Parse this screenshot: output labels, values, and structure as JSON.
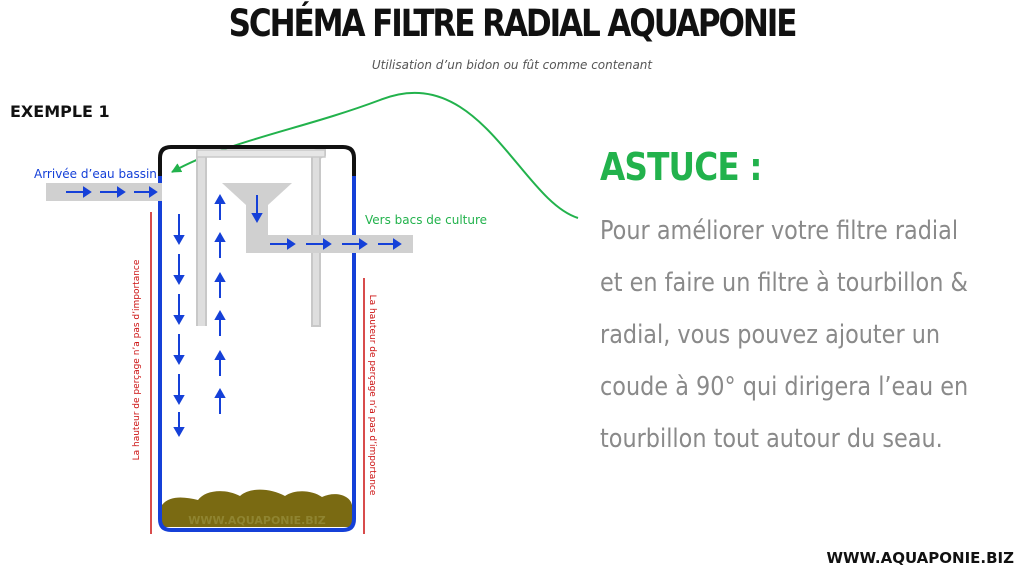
{
  "header": {
    "title": "SCHÉMA FILTRE RADIAL AQUAPONIE",
    "subtitle": "Utilisation d’un bidon ou fût comme contenant"
  },
  "example_label": "EXEMPLE 1",
  "diagram": {
    "inlet_label": "Arrivée d’eau bassin",
    "outlet_label": "Vers bacs de culture",
    "height_note_left": "La hauteur de perçage n’a pas d’importance",
    "height_note_right": "La hauteur de perçage n’a pas d’importance",
    "watermark": "WWW.AQUAPONIE.BIZ",
    "colors": {
      "container_outline": "#111111",
      "container_side": "#1540d8",
      "pipe": "#c8c8c8",
      "arrow": "#1540d8",
      "sludge": "#7a6a12",
      "note": "#cc1111",
      "outlet_label": "#22b24c",
      "curve": "#22b24c"
    }
  },
  "astuce": {
    "title": "ASTUCE :",
    "lines": [
      "Pour améliorer votre filtre radial",
      "et en faire un filtre à tourbillon &",
      "radial, vous pouvez ajouter un",
      "coude à 90° qui dirigera l’eau en",
      "tourbillon tout autour du seau."
    ]
  },
  "footer": {
    "site": "WWW.AQUAPONIE.BIZ"
  }
}
